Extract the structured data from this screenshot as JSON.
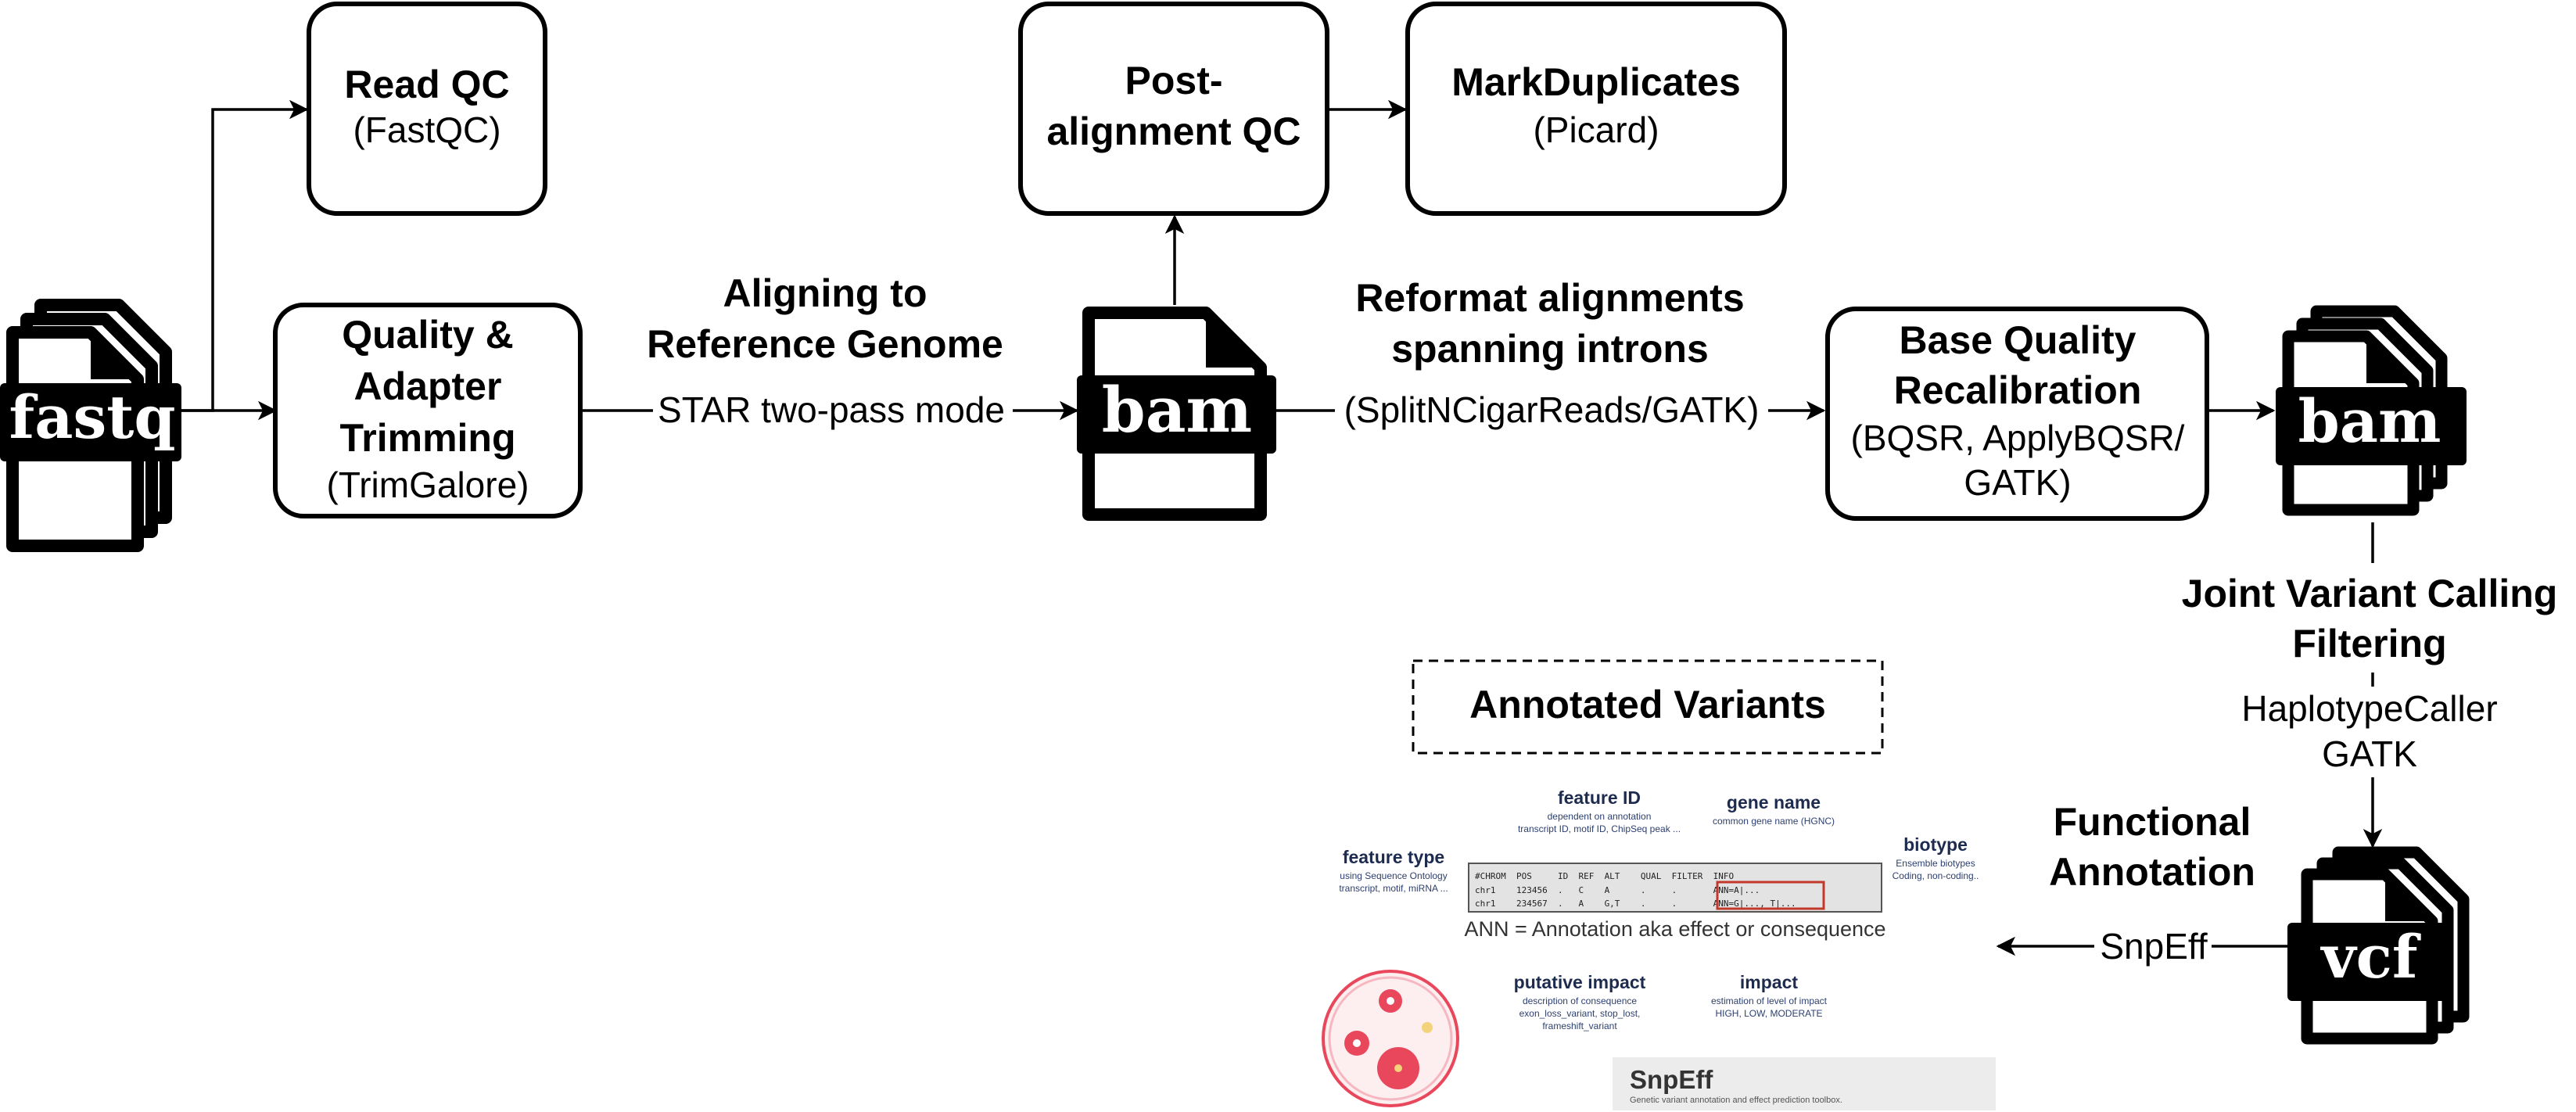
{
  "nodes": {
    "fastq": {
      "label": "fastq"
    },
    "read_qc": {
      "title": "Read QC",
      "tool": "(FastQC)"
    },
    "trimming": {
      "title_lines": [
        "Quality &",
        "Adapter",
        "Trimming"
      ],
      "tool": "(TrimGalore)"
    },
    "bam1": {
      "label": "bam"
    },
    "post_qc": {
      "title_lines": [
        "Post-",
        "alignment QC"
      ]
    },
    "markdup": {
      "title": "MarkDuplicates",
      "tool": "(Picard)"
    },
    "bqsr": {
      "title_lines": [
        "Base Quality",
        "Recalibration"
      ],
      "tool_lines": [
        "(BQSR, ApplyBQSR/",
        "GATK)"
      ]
    },
    "bam2": {
      "label": "bam"
    },
    "vcf": {
      "label": "vcf"
    },
    "annotated": {
      "title": "Annotated Variants"
    }
  },
  "edges": {
    "align": {
      "title_lines": [
        "Aligning to",
        "Reference Genome"
      ],
      "tool": "STAR two-pass mode"
    },
    "reformat": {
      "title_lines": [
        "Reformat alignments",
        "spanning introns"
      ],
      "tool": "(SplitNCigarReads/GATK)"
    },
    "calling": {
      "title_lines": [
        "Joint Variant Calling",
        "Filtering"
      ],
      "tool_lines": [
        "HaplotypeCaller",
        "GATK"
      ]
    },
    "functional": {
      "title_lines": [
        "Functional",
        "Annotation"
      ],
      "tool": "SnpEff"
    }
  },
  "annotation_graphic": {
    "feature_id": {
      "title": "feature ID",
      "lines": [
        "dependent on annotation",
        "transcript ID, motif ID, ChipSeq peak ..."
      ]
    },
    "gene_name": {
      "title": "gene name",
      "lines": [
        "common gene name (HGNC)"
      ]
    },
    "biotype": {
      "title": "biotype",
      "lines": [
        "Ensemble biotypes",
        "Coding, non-coding.."
      ]
    },
    "feature_type": {
      "title": "feature type",
      "lines": [
        "using Sequence Ontology",
        "transcript, motif, miRNA ..."
      ]
    },
    "vcf_table": {
      "header": "#CHROM  POS     ID  REF  ALT    QUAL  FILTER  INFO",
      "rows": [
        "chr1    123456  .   C    A      .     .       ANN=A|...",
        "chr1    234567  .   A    G,T    .     .       ANN=G|..., T|..."
      ]
    },
    "ann_caption": "ANN = Annotation aka effect or consequence",
    "putative_impact": {
      "title": "putative impact",
      "lines": [
        "description of consequence",
        "exon_loss_variant,  stop_lost,",
        "frameshift_variant"
      ]
    },
    "impact": {
      "title": "impact",
      "lines": [
        "estimation of level of impact",
        "HIGH, LOW, MODERATE"
      ]
    },
    "snpeff_banner": {
      "title": "SnpEff",
      "subtitle": "Genetic variant annotation and effect prediction toolbox."
    }
  },
  "colors": {
    "ink": "#000000",
    "ann_navy": "#1d2b4f",
    "table_bg": "#e3e3e3",
    "highlight": "#c0392b",
    "banner_bg": "#ececec",
    "petri": "#e8475c"
  }
}
